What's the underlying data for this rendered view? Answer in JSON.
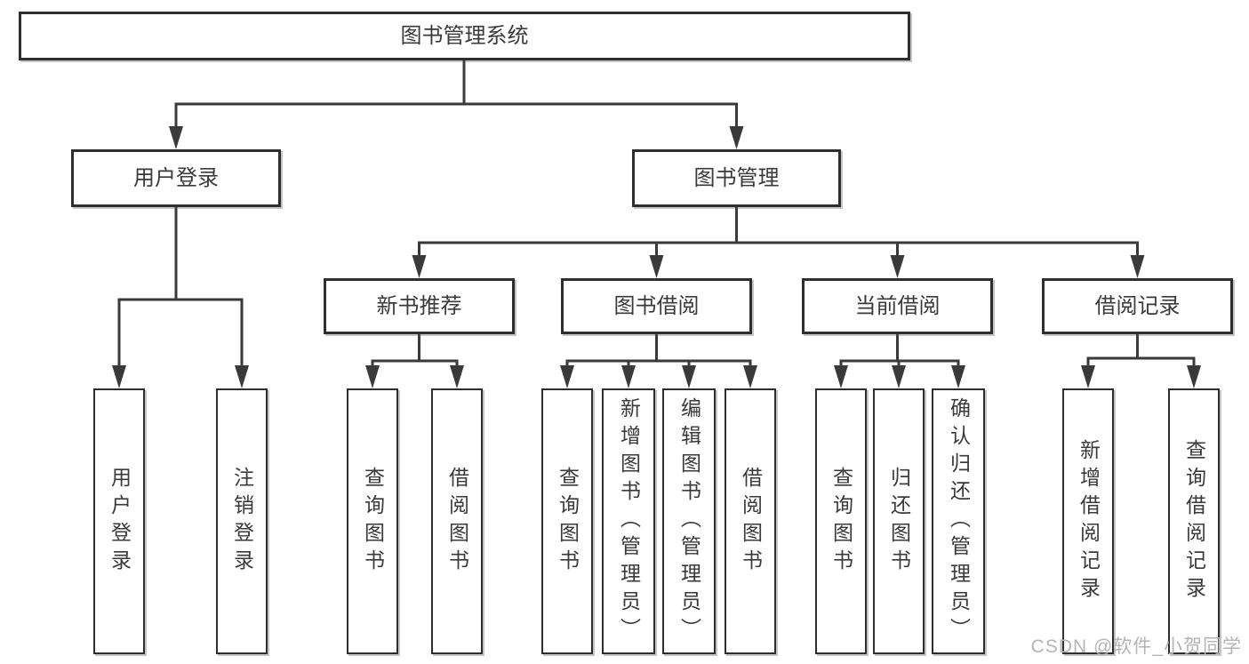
{
  "diagram": {
    "root": {
      "label": "图书管理系统"
    },
    "level2": {
      "user_login": {
        "label": "用户登录"
      },
      "book_mgmt": {
        "label": "图书管理"
      }
    },
    "level3": {
      "new_books": {
        "label": "新书推荐"
      },
      "borrow": {
        "label": "图书借阅"
      },
      "current": {
        "label": "当前借阅"
      },
      "records": {
        "label": "借阅记录"
      }
    },
    "leaves": {
      "user_login_do": {
        "label": "用户登录"
      },
      "logout": {
        "label": "注销登录"
      },
      "nb_query": {
        "label": "查询图书"
      },
      "nb_borrow": {
        "label": "借阅图书"
      },
      "bw_query": {
        "label": "查询图书"
      },
      "bw_add": {
        "label": "新增图书（管理员）"
      },
      "bw_edit": {
        "label": "编辑图书（管理员）"
      },
      "bw_borrow": {
        "label": "借阅图书"
      },
      "cur_query": {
        "label": "查询图书"
      },
      "cur_return": {
        "label": "归还图书"
      },
      "cur_confirm": {
        "label": "确认归还（管理员）"
      },
      "rec_add": {
        "label": "新增借阅记录"
      },
      "rec_query": {
        "label": "查询借阅记录"
      }
    },
    "watermark": "CSDN @软件_小贺同学",
    "colors": {
      "line": "#3a3a3a",
      "box_border": "#2e2e2e",
      "text": "#3a3a3a",
      "watermark": "#b4b4b4",
      "background": "#ffffff"
    }
  }
}
